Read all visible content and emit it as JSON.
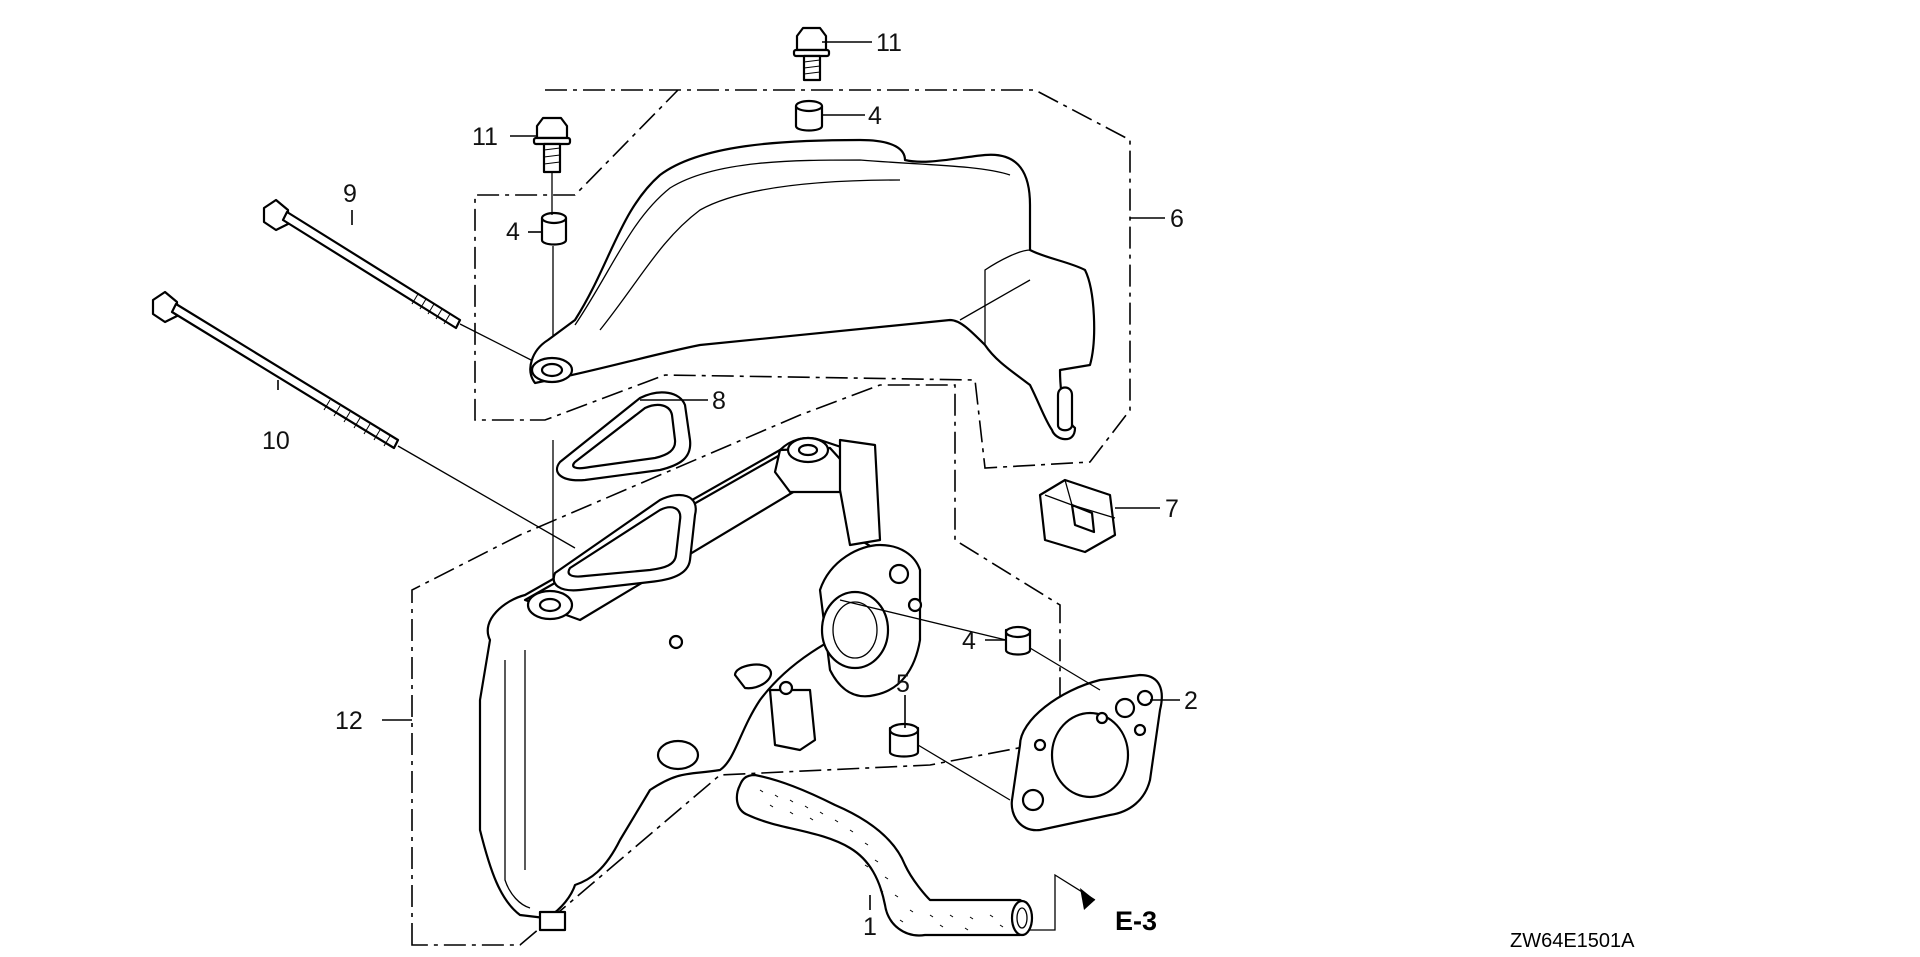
{
  "diagram": {
    "drawing_code": "ZW64E1501A",
    "reference_arrow": "E-3",
    "callouts": [
      {
        "id": "c11a",
        "number": "11"
      },
      {
        "id": "c4a",
        "number": "4"
      },
      {
        "id": "c11b",
        "number": "11"
      },
      {
        "id": "c9",
        "number": "9"
      },
      {
        "id": "c4b",
        "number": "4"
      },
      {
        "id": "c6",
        "number": "6"
      },
      {
        "id": "c8",
        "number": "8"
      },
      {
        "id": "c10",
        "number": "10"
      },
      {
        "id": "c7",
        "number": "7"
      },
      {
        "id": "c4c",
        "number": "4"
      },
      {
        "id": "c5",
        "number": "5"
      },
      {
        "id": "c2",
        "number": "2"
      },
      {
        "id": "c12",
        "number": "12"
      },
      {
        "id": "c1",
        "number": "1"
      }
    ]
  }
}
